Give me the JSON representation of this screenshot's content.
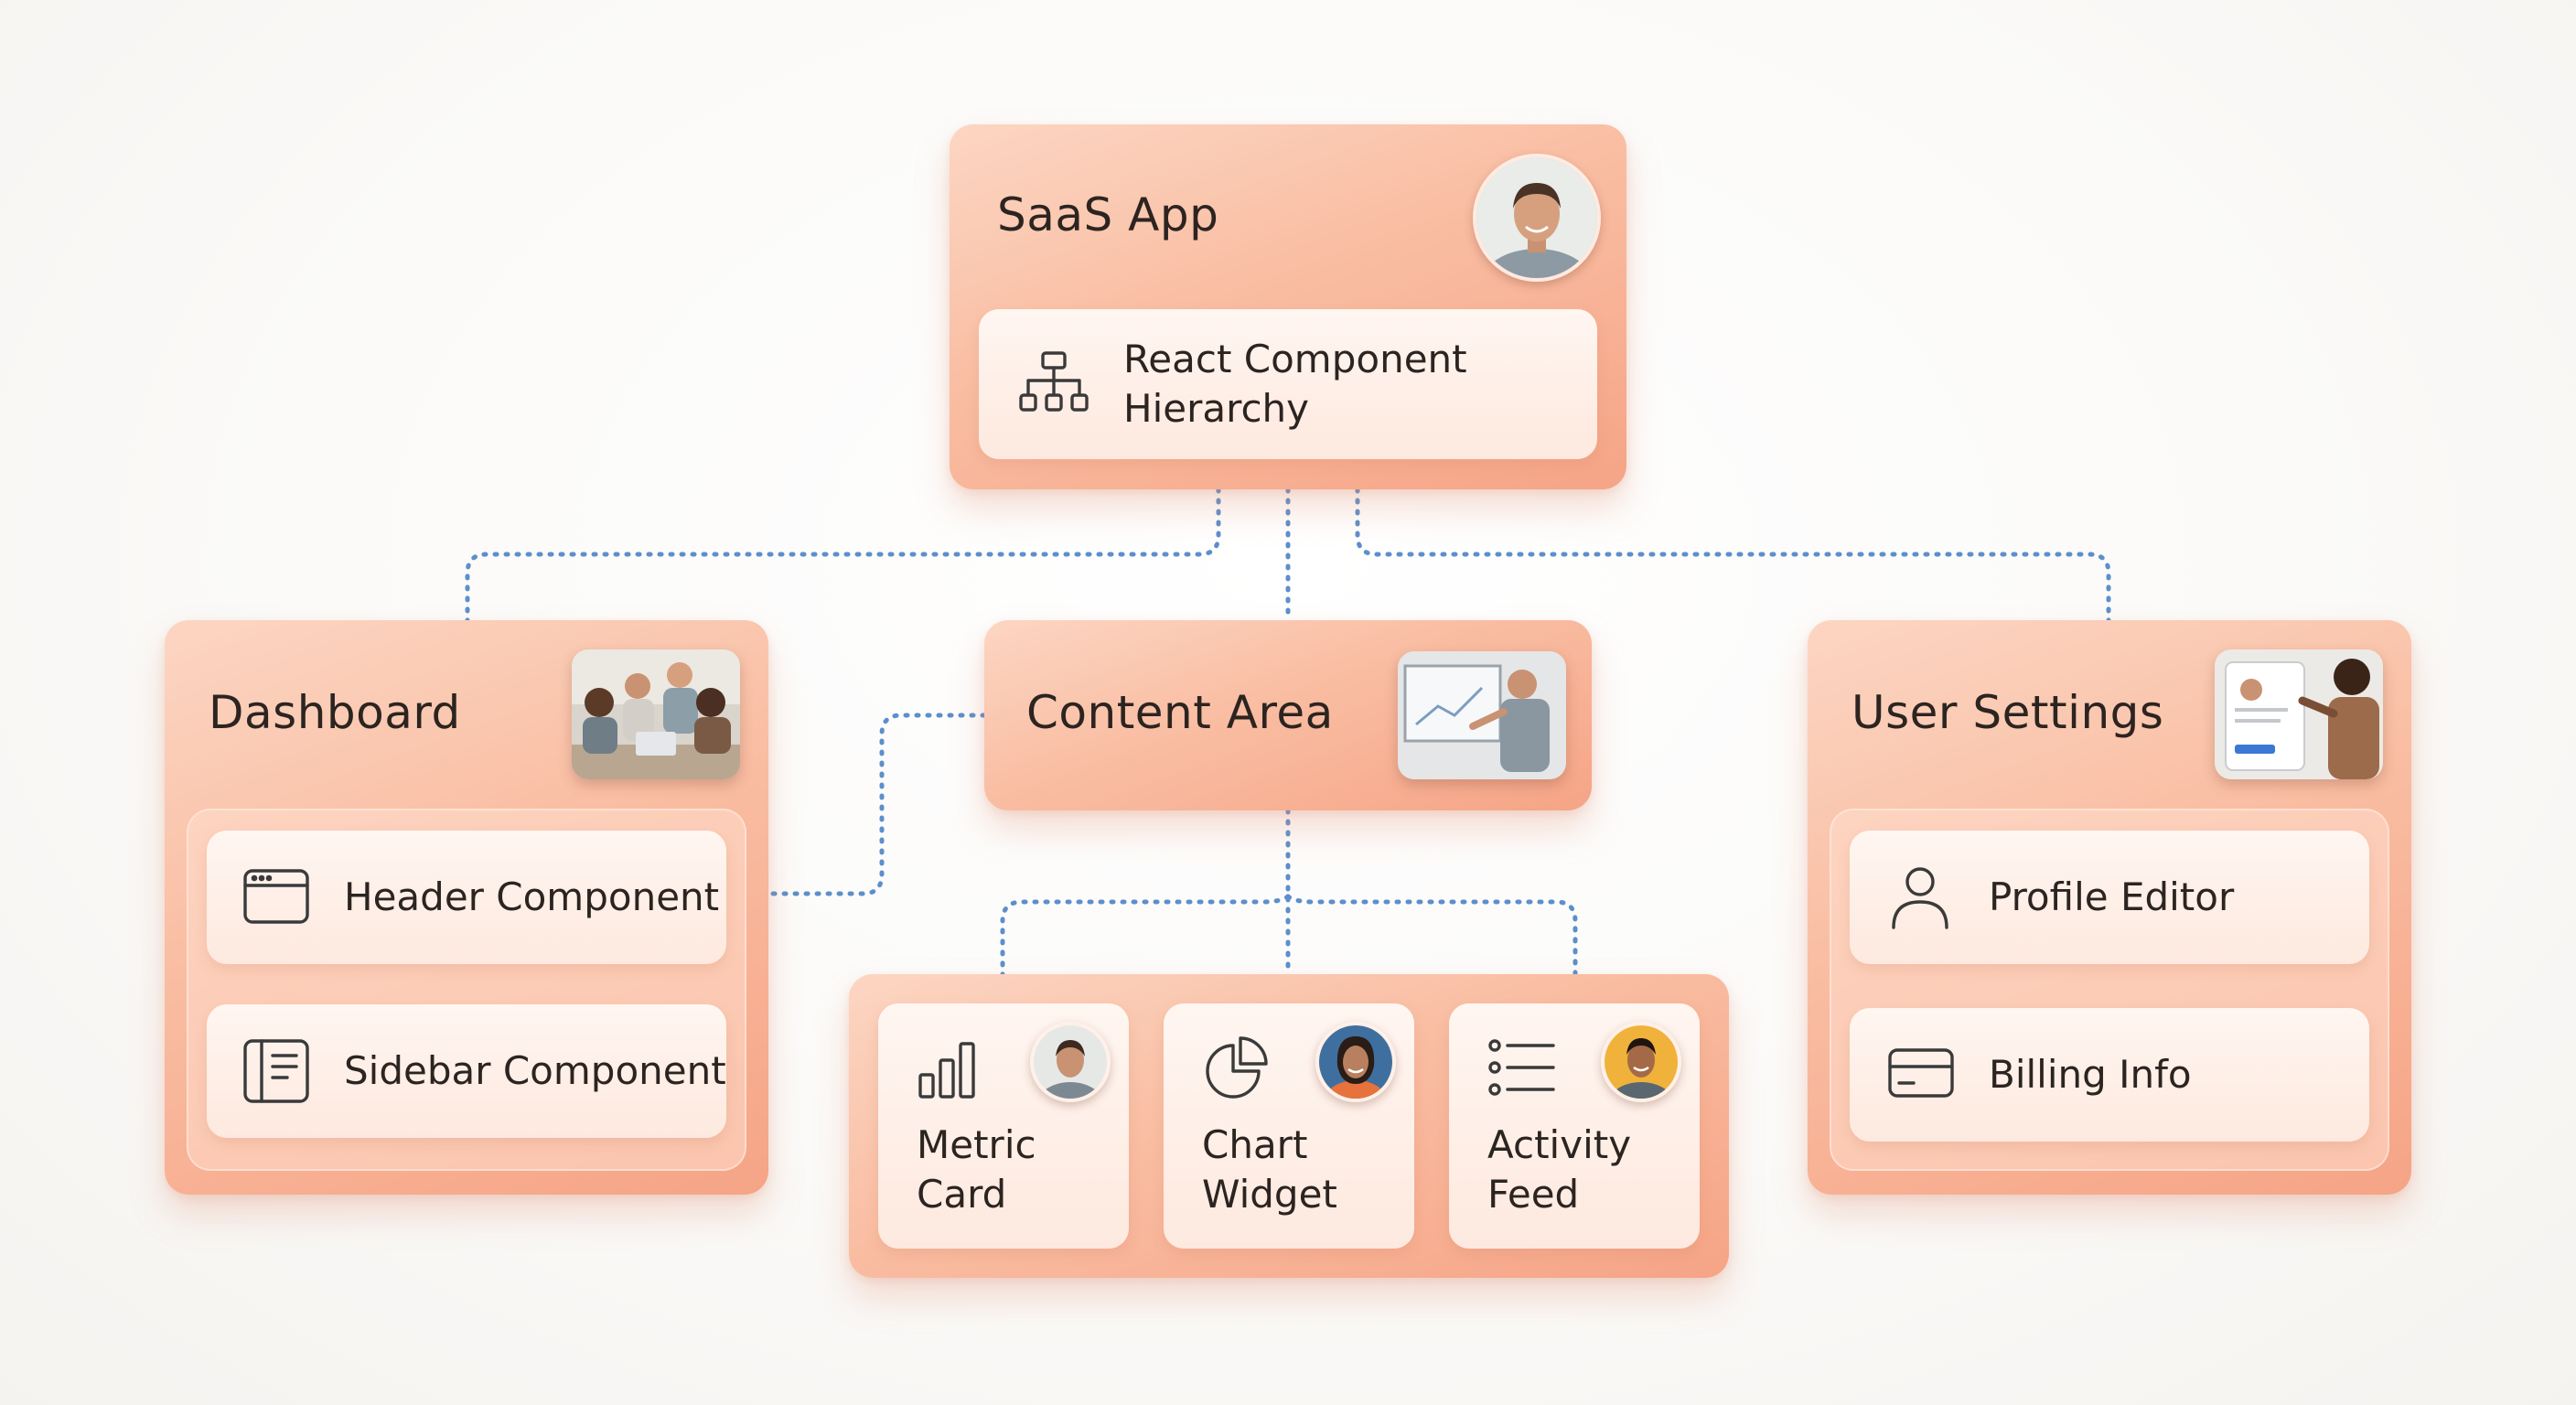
{
  "root": {
    "title": "SaaS App",
    "subtitle_line1": "React Component",
    "subtitle_line2": "Hierarchy",
    "icon": "hierarchy-icon"
  },
  "dashboard": {
    "title": "Dashboard",
    "items": [
      {
        "label": "Header Component",
        "icon": "browser-window-icon"
      },
      {
        "label": "Sidebar Component",
        "icon": "sidebar-layout-icon"
      }
    ]
  },
  "content_area": {
    "title": "Content Area",
    "widgets": [
      {
        "line1": "Metric",
        "line2": "Card",
        "icon": "bar-chart-icon"
      },
      {
        "line1": "Chart",
        "line2": "Widget",
        "icon": "pie-chart-icon"
      },
      {
        "line1": "Activity",
        "line2": "Feed",
        "icon": "list-icon"
      }
    ]
  },
  "user_settings": {
    "title": "User Settings",
    "items": [
      {
        "label": "Profile Editor",
        "icon": "user-icon"
      },
      {
        "label": "Billing Info",
        "icon": "credit-card-icon"
      }
    ]
  },
  "colors": {
    "card_gradient_start": "#fcd6c3",
    "card_gradient_end": "#f6a486",
    "connector": "#5c8fcb",
    "background": "#fbfaf8"
  }
}
